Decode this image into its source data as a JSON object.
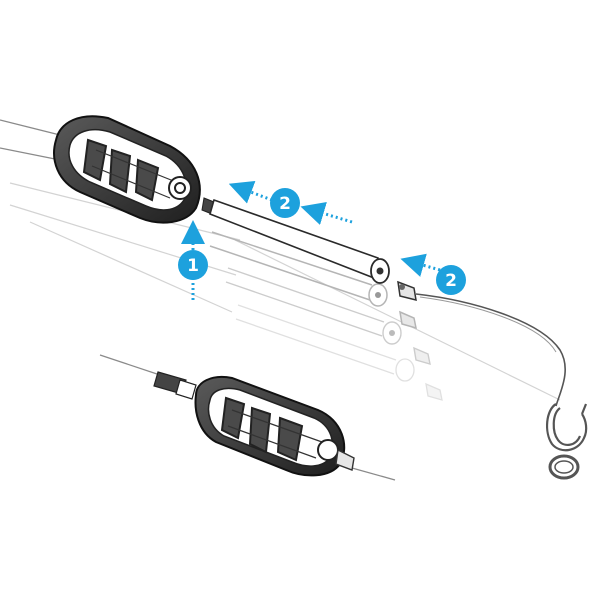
{
  "colors": {
    "accent": "#1da1dd",
    "ink": "#2a2a2a",
    "line": "#7a7a7a",
    "ghost": "#c8c8c8",
    "background": "#ffffff"
  },
  "steps": [
    {
      "number": "1"
    },
    {
      "number": "2"
    },
    {
      "number": "2"
    }
  ]
}
